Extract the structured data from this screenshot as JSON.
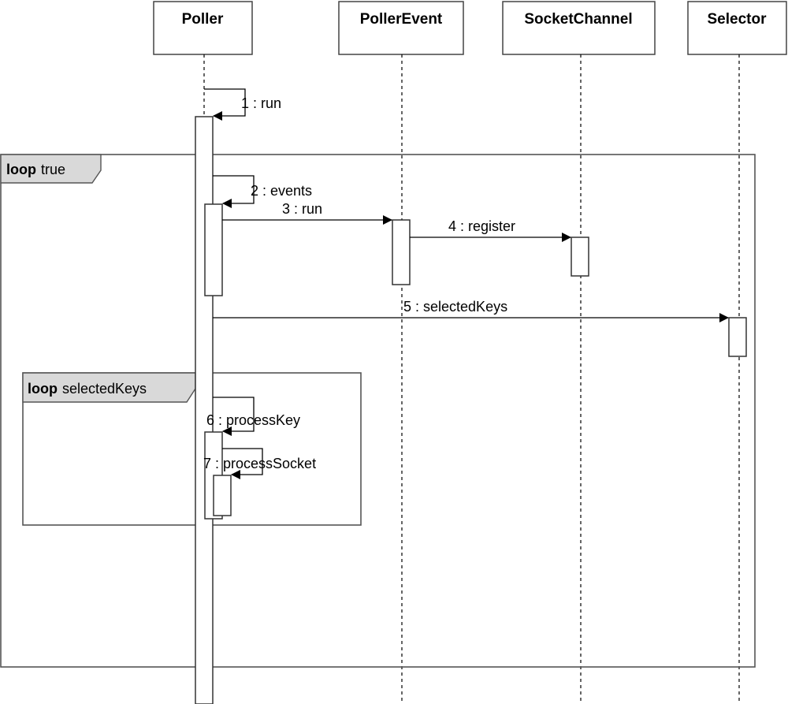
{
  "participants": [
    {
      "id": "poller",
      "label": "Poller"
    },
    {
      "id": "pollerEvent",
      "label": "PollerEvent"
    },
    {
      "id": "socketChannel",
      "label": "SocketChannel"
    },
    {
      "id": "selector",
      "label": "Selector"
    }
  ],
  "frames": [
    {
      "id": "outer",
      "keyword": "loop",
      "condition": "true"
    },
    {
      "id": "inner",
      "keyword": "loop",
      "condition": "selectedKeys"
    }
  ],
  "messages": [
    {
      "id": "m1",
      "label": "1 : run"
    },
    {
      "id": "m2",
      "label": "2 : events"
    },
    {
      "id": "m3",
      "label": "3 : run"
    },
    {
      "id": "m4",
      "label": "4 : register"
    },
    {
      "id": "m5",
      "label": "5 : selectedKeys"
    },
    {
      "id": "m6",
      "label": "6 : processKey"
    },
    {
      "id": "m7",
      "label": "7 : processSocket"
    }
  ]
}
